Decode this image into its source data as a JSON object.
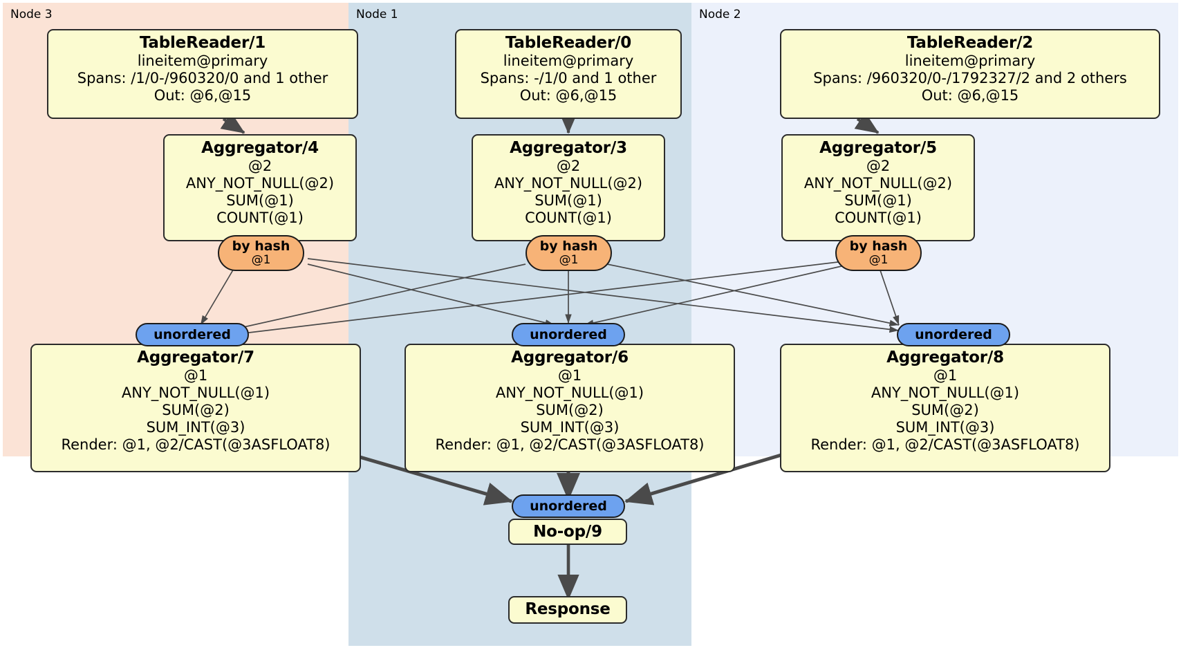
{
  "diagram": {
    "type": "distributed-query-plan",
    "title": "Distributed SQL physical plan",
    "colors": {
      "node3_panel": "#fbe3d6",
      "node1_panel": "#cfdfea",
      "node2_panel": "#ecf1fb",
      "processor_box": "#fbfbd0",
      "hash_router": "#f7b377",
      "unordered_synchronizer": "#6da2ef",
      "stroke": "#2b2b2b"
    },
    "panels": [
      {
        "id": "node3",
        "label": "Node 3"
      },
      {
        "id": "node1",
        "label": "Node 1"
      },
      {
        "id": "node2",
        "label": "Node 2"
      }
    ],
    "processors": {
      "tablereader1": {
        "title": "TableReader/1",
        "lines": [
          "lineitem@primary",
          "Spans: /1/0-/960320/0 and 1 other",
          "Out: @6,@15"
        ]
      },
      "tablereader0": {
        "title": "TableReader/0",
        "lines": [
          "lineitem@primary",
          "Spans: -/1/0 and 1 other",
          "Out: @6,@15"
        ]
      },
      "tablereader2": {
        "title": "TableReader/2",
        "lines": [
          "lineitem@primary",
          "Spans: /960320/0-/1792327/2 and 2 others",
          "Out: @6,@15"
        ]
      },
      "aggregator4": {
        "title": "Aggregator/4",
        "lines": [
          "@2",
          "ANY_NOT_NULL(@2)",
          "SUM(@1)",
          "COUNT(@1)"
        ]
      },
      "aggregator3": {
        "title": "Aggregator/3",
        "lines": [
          "@2",
          "ANY_NOT_NULL(@2)",
          "SUM(@1)",
          "COUNT(@1)"
        ]
      },
      "aggregator5": {
        "title": "Aggregator/5",
        "lines": [
          "@2",
          "ANY_NOT_NULL(@2)",
          "SUM(@1)",
          "COUNT(@1)"
        ]
      },
      "aggregator7": {
        "title": "Aggregator/7",
        "lines": [
          "@1",
          "ANY_NOT_NULL(@1)",
          "SUM(@2)",
          "SUM_INT(@3)",
          "Render: @1, @2/CAST(@3ASFLOAT8)"
        ]
      },
      "aggregator6": {
        "title": "Aggregator/6",
        "lines": [
          "@1",
          "ANY_NOT_NULL(@1)",
          "SUM(@2)",
          "SUM_INT(@3)",
          "Render: @1, @2/CAST(@3ASFLOAT8)"
        ]
      },
      "aggregator8": {
        "title": "Aggregator/8",
        "lines": [
          "@1",
          "ANY_NOT_NULL(@1)",
          "SUM(@2)",
          "SUM_INT(@3)",
          "Render: @1, @2/CAST(@3ASFLOAT8)"
        ]
      },
      "noop9": {
        "title": "No-op/9",
        "lines": []
      },
      "response": {
        "title": "Response",
        "lines": []
      }
    },
    "routers": {
      "hash_left": {
        "label": "by hash",
        "sub": "@1"
      },
      "hash_mid": {
        "label": "by hash",
        "sub": "@1"
      },
      "hash_right": {
        "label": "by hash",
        "sub": "@1"
      }
    },
    "synchronizers": {
      "sync_left": {
        "label": "unordered"
      },
      "sync_mid": {
        "label": "unordered"
      },
      "sync_right": {
        "label": "unordered"
      },
      "sync_final": {
        "label": "unordered"
      }
    }
  }
}
